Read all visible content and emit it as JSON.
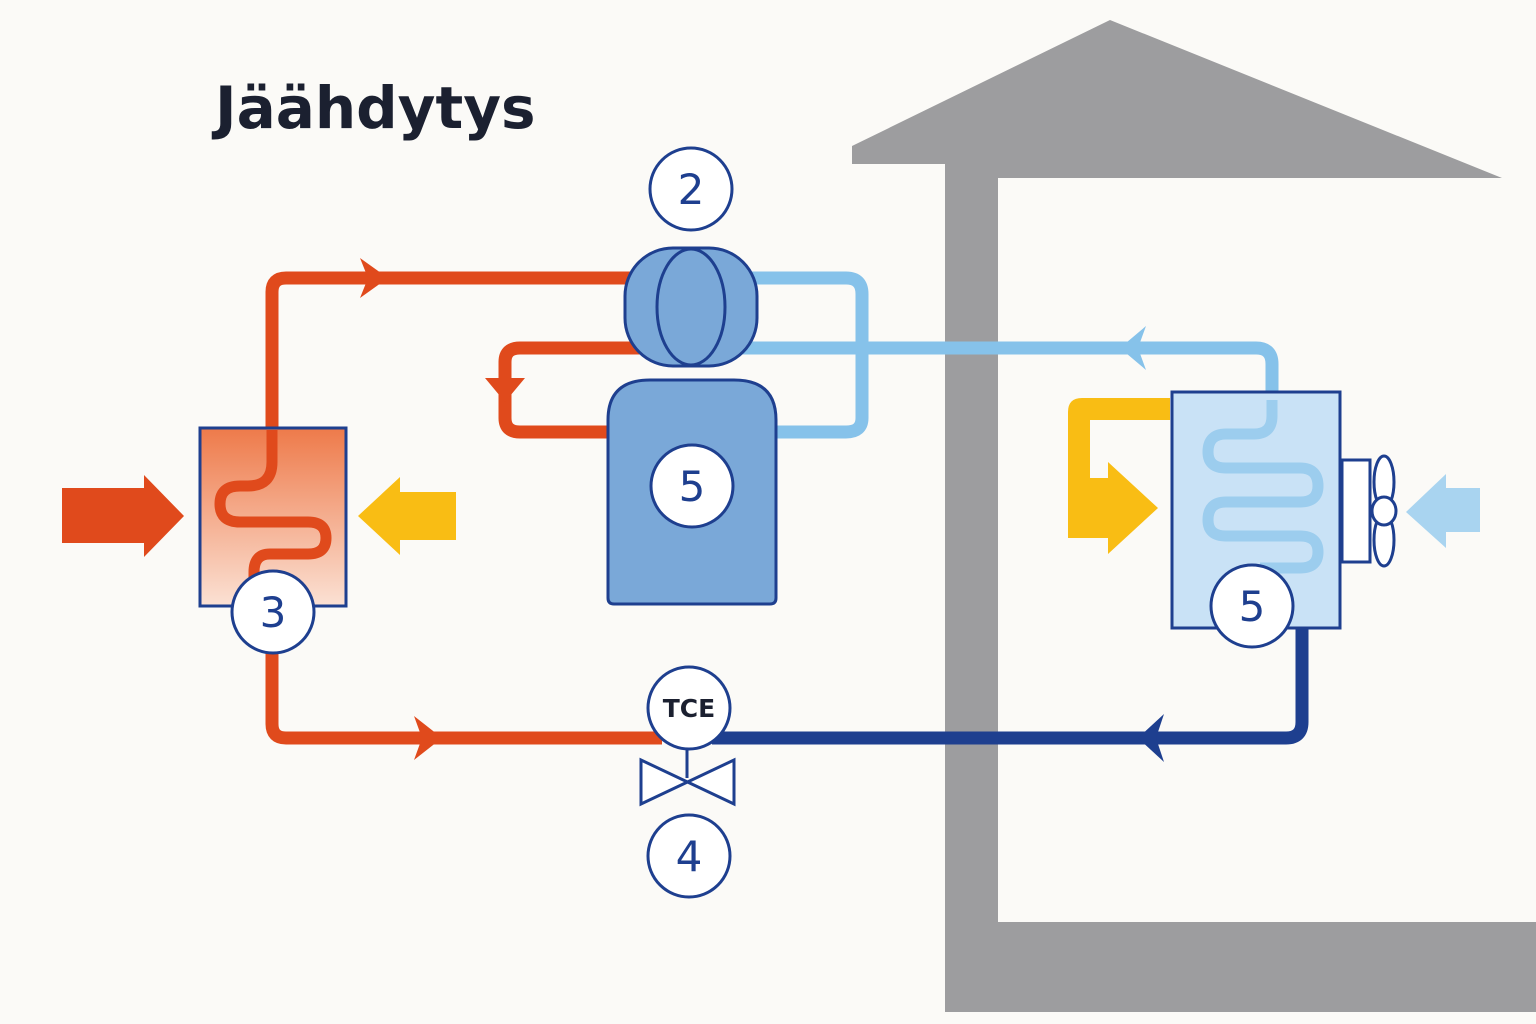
{
  "title": "Jäähdytys",
  "labels": {
    "compressor": "2",
    "outdoor_coil": "3",
    "valve": "4",
    "tank": "5",
    "indoor_unit": "5",
    "valve_sensor": "TCE"
  },
  "colors": {
    "hot_refrigerant": "#e04a1c",
    "cool_refrigerant": "#86c2ea",
    "liquid_line": "#1e3f8f",
    "warm_air": "#f9bd14",
    "cool_air": "#a9d4f0",
    "house": "#9d9d9f",
    "component_fill": "#7aa8d8",
    "outline": "#1e3f8f"
  },
  "icons": [
    "fan-icon",
    "expansion-valve-icon",
    "flow-arrow-icon"
  ]
}
